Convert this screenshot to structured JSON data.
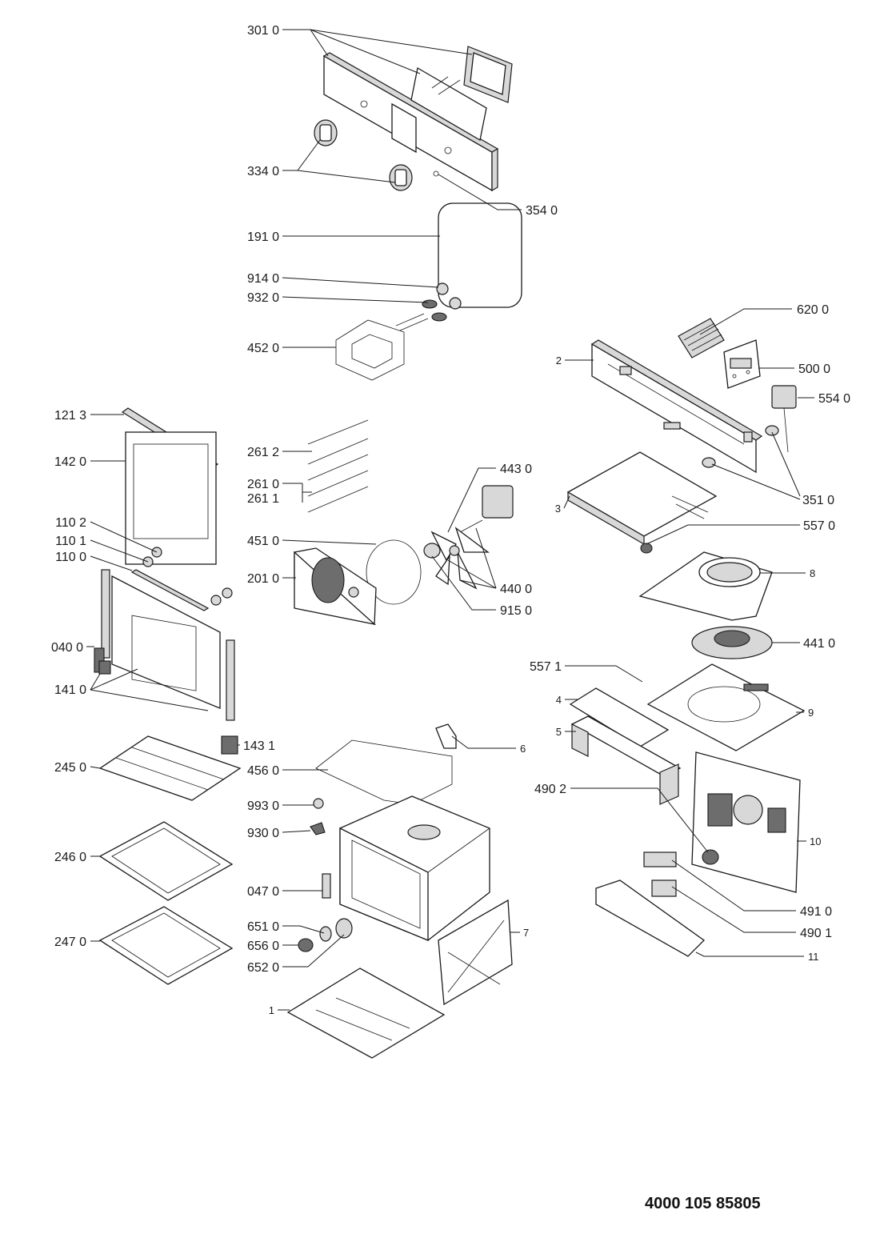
{
  "document_number": "4000 105 85805",
  "callouts": {
    "c301_0": "301 0",
    "c334_0": "334 0",
    "c354_0": "354 0",
    "c191_0": "191 0",
    "c914_0": "914 0",
    "c932_0": "932 0",
    "c452_0": "452 0",
    "c620_0": "620 0",
    "c2": "2",
    "c500_0": "500 0",
    "c554_0": "554 0",
    "c121_3": "121 3",
    "c142_0": "142 0",
    "c261_2": "261 2",
    "c261_0": "261 0",
    "c261_1": "261 1",
    "c443_0": "443 0",
    "c351_0": "351 0",
    "c3": "3",
    "c557_0": "557 0",
    "c110_2": "110 2",
    "c110_1": "110 1",
    "c110_0": "110 0",
    "c451_0": "451 0",
    "c201_0": "201 0",
    "c8": "8",
    "c440_0": "440 0",
    "c915_0": "915 0",
    "c040_0": "040 0",
    "c441_0": "441 0",
    "c141_0": "141 0",
    "c557_1": "557 1",
    "c4": "4",
    "c9": "9",
    "c143_1": "143 1",
    "c5": "5",
    "c6": "6",
    "c245_0": "245 0",
    "c456_0": "456 0",
    "c490_2": "490 2",
    "c993_0": "993 0",
    "c10": "10",
    "c246_0": "246 0",
    "c930_0": "930 0",
    "c047_0": "047 0",
    "c491_0": "491 0",
    "c490_1": "490 1",
    "c651_0": "651 0",
    "c7": "7",
    "c247_0": "247 0",
    "c656_0": "656 0",
    "c11": "11",
    "c652_0": "652 0",
    "c1": "1"
  }
}
